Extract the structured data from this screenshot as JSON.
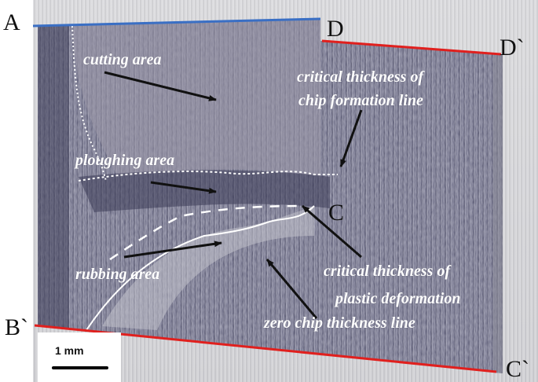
{
  "figure": {
    "description": "Micrograph of a machined surface showing cutting, ploughing and rubbing zones",
    "point_labels": {
      "A": "A",
      "D": "D",
      "D_prime": "D`",
      "C": "C",
      "B_prime": "B`",
      "C_prime": "C`"
    },
    "annotations": {
      "cutting_area": "cutting area",
      "ploughing_area": "ploughing area",
      "rubbing_area": "rubbing area",
      "chip_formation_line_1": "critical thickness of",
      "chip_formation_line_2": "chip formation line",
      "plastic_deformation_1": "critical thickness of",
      "plastic_deformation_2": "plastic deformation",
      "zero_chip_line": "zero chip thickness line"
    },
    "scale_bar": {
      "label": "1 mm"
    },
    "colors": {
      "line_AD": "#3a6fc4",
      "line_DD_prime": "#e0201e",
      "line_BC_prime": "#e0201e",
      "arrow": "#111111",
      "annotation_text": "#ffffff"
    }
  }
}
